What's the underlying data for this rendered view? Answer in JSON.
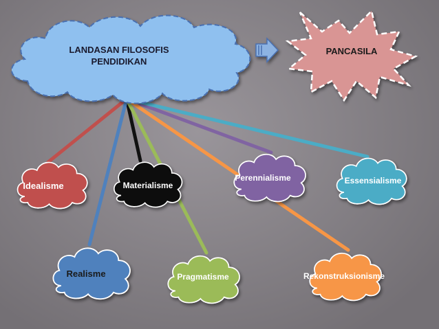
{
  "root": {
    "line1": "LANDASAN FILOSOFIS",
    "line2": "PENDIDIKAN"
  },
  "target": {
    "label": "PANCASILA"
  },
  "nodes": [
    {
      "id": "idealisme",
      "label": "Idealisme",
      "color": "#c0504d"
    },
    {
      "id": "materialisme",
      "label": "Materialisme",
      "color": "#111111"
    },
    {
      "id": "perennialisme",
      "label": "Perennialisme",
      "color": "#8064a2"
    },
    {
      "id": "essensialisme",
      "label": "Essensialisme",
      "color": "#4bacc6"
    },
    {
      "id": "realisme",
      "label": "Realisme",
      "color": "#4f81bd"
    },
    {
      "id": "pragmatisme",
      "label": "Pragmatisme",
      "color": "#9bbb59"
    },
    {
      "id": "rekonstruksionisme",
      "label": "Rekonstruksionisme",
      "color": "#f79646"
    }
  ],
  "colors": {
    "root_fill": "#8fc0ef",
    "root_border": "#4a6fb0",
    "target_fill": "#d99594",
    "arrow_fill": "#8db3e2",
    "line_black": "#111111"
  }
}
